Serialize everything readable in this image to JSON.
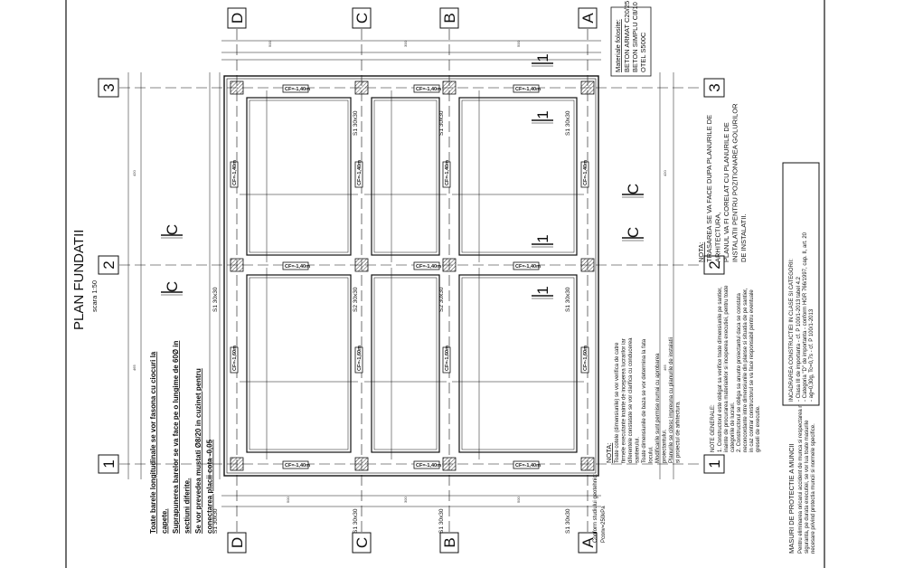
{
  "drawing": {
    "title": "PLAN FUNDATII",
    "scale": "scara 1:50",
    "axes_columns": [
      "D",
      "C",
      "B",
      "A"
    ],
    "axes_rows": [
      "3",
      "2",
      "1"
    ],
    "section_marks": [
      "C",
      "C",
      "C",
      "C",
      "1",
      "1",
      "1",
      "1"
    ],
    "column_labels": {
      "s1": "S1 30x30",
      "s2": "S2 30x30"
    },
    "level_labels": {
      "top": "CF=-1,40m",
      "mid": "CF=-1,60m"
    }
  },
  "materials": {
    "heading": "Materiale folosite:",
    "lines": [
      "BETON ARMAT C20/25",
      "BETON SIMPLU C8/10",
      "OTEL S500C"
    ]
  },
  "left_note": {
    "lines": [
      "Toate barele longitudinale se vor fasona cu ciocuri la",
      "capete.",
      "Suprapunerea barelor se va face pe o lungime de 60Ø in",
      "sectiuni diferite.",
      "Se vor prevedea mustati Ø8/20 in cuzinet pentru",
      "conectarea placii cota -0,05"
    ]
  },
  "mid_note": {
    "heading": "NOTA:",
    "lines": [
      "Toate cotele (dimensiunile) se vor verifica de catre",
      "firmele executante inainte de inceperea lucrarilor iar",
      "diferentele constatate se vor clarifica cu conducerea",
      "santierului.",
      "Toate dimensiunile de baza se vor determina la fata",
      "locului.",
      "Modificarile sunt permise numai cu aprobarea",
      "proiectantului.",
      "Planurile se citesc impreuna cu planurile de instalatii",
      "si proiectul de arhitectura."
    ]
  },
  "geotech": {
    "lines": [
      "Conform studiului geotehnic:",
      "Pconv=250kPa"
    ]
  },
  "right_note": {
    "heading": "NOTA:",
    "lines": [
      "TRASAREA SE VA FACE DUPA PLANURILE DE",
      "ARHITECTURA,",
      "PLANUL VA FI CORELAT CU PLANURILE DE",
      "INSTALATII PENTRU POZITIONAREA GOLURILOR",
      "DE INSTALATII."
    ]
  },
  "general_notes": {
    "heading": "NOTE GENERALE:",
    "lines": [
      "1. Constructorul este obligat sa verifice toate dimensiunile pe santier,",
      "inainte de procurarea materialelor si inceperea executiei, pentru toate",
      "categoriile de lucrari.",
      "2. Constructorul se obliga sa anunte proiectantul daca se constata",
      "neconcordante intre dimensiunile din planse si situatia de pe santier,",
      "in caz contrar constructorul se va face responsabil pentru eventuale",
      "greseli de executie."
    ]
  },
  "safety": {
    "heading": "MASURI DE PROTECTIE A MUNCII",
    "lines": [
      "Pentru eliminarea oricarui accident de munca si respectarea normelor de",
      "siguranta, pe durata executiei, se vor lua toate masurile",
      "necesare privind protectia muncii si normele specifice."
    ]
  },
  "classification": {
    "heading": "INCADRAREA CONSTRUCTIEI IN CLASE SI CATEGORII:",
    "lines": [
      "- Clasa III de importanta - cf. P 100/1-2013 tabel 4.2",
      "- Categoria \"D\" de importanta - conform HGR 766/1997, cap. II, art. 20",
      "- ag=0,30g, Tc=0,7s - cf. P 100/1-2013"
    ]
  }
}
